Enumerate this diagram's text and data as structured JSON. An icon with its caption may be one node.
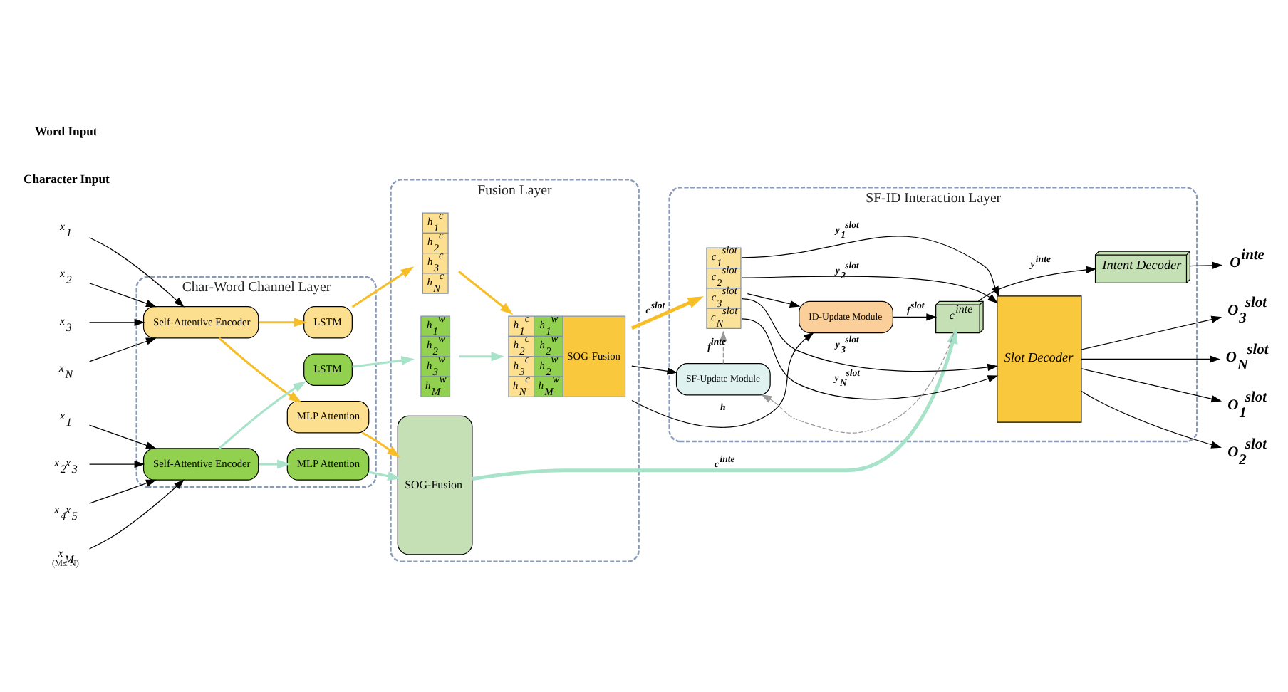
{
  "diagram": {
    "nodes": [
      {
        "text": [
          "x$_{1}$"
        ]
      },
      {
        "text": [
          "x$_{2}$"
        ]
      },
      {
        "text": [
          "x$_{3}$"
        ]
      },
      {
        "text": [
          "x$_{N}$"
        ]
      },
      {
        "text": [
          "x$_{1}$"
        ]
      },
      {
        "text": [
          "x$_{2}$x$_{3}$"
        ]
      },
      {
        "text": [
          "x$_{4}$x$_{5}$"
        ]
      },
      {
        "text": [
          "x$_{M}$"
        ],
        "beside": [
          "(M≤ N)"
        ]
      },
      {
        "text": [
          "Char-Word Channel Layer"
        ]
      },
      {
        "text": [
          "Self-Attentive Encoder"
        ],
        "in": 8
      },
      {
        "text": [
          "LSTM"
        ],
        "in": 8
      },
      {
        "text": [
          "MLP Attention"
        ],
        "in": 8
      },
      {
        "text": [
          "Self-Attentive Encoder"
        ],
        "in": 8
      },
      {
        "text": [
          "LSTM"
        ],
        "in": 8
      },
      {
        "text": [
          "MLP Attention"
        ],
        "in": 8
      },
      {
        "text": [
          "Fusion Layer"
        ]
      },
      {
        "text": [
          "h$_{1}$$^{c}$",
          "h$_{2}$$^{c}$",
          "h$_{3}$$^{c}$",
          "h$_{N}$$^{c}$"
        ],
        "in": 15
      },
      {
        "text": [
          "h$_{1}$$^{w}$",
          "h$_{2}$$^{w}$",
          "h$_{3}$$^{w}$",
          "h$_{M}$$^{w}$"
        ],
        "in": 15
      },
      {
        "text": [
          "h$_{1}$$^{c}$",
          "h$_{1}$$^{w}$",
          "h$_{2}$$^{c}$",
          "h$_{2}$$^{w}$",
          "h$_{3}$$^{c}$",
          "h$_{2}$$^{w}$",
          "h$_{N}$$^{c}$",
          "h$_{M}$$^{w}$",
          "SOG-Fusion"
        ],
        "in": 15
      },
      {
        "text": [
          "SOG-Fusion"
        ],
        "in": 15
      },
      {
        "text": [
          "SF-ID Interaction Layer"
        ]
      },
      {
        "text": [
          "c$_{1}$$^{slot}$",
          "c$_{2}$$^{slot}$",
          "c$_{3}$$^{slot}$",
          "c$_{N}$$^{slot}$"
        ],
        "in": 20
      },
      {
        "text": [
          "Slot Decoder"
        ],
        "in": 20
      },
      {
        "text": [
          "ID-Update Module"
        ],
        "in": 20
      },
      {
        "text": [
          "SF-Update Module"
        ],
        "in": 20
      },
      {
        "text": [
          "c$^{inte}$"
        ],
        "in": 20
      },
      {
        "text": [
          "Intent Decoder"
        ],
        "in": 20
      },
      {
        "text": [
          "O$_{1}$$^{slot}$"
        ]
      },
      {
        "text": [
          "O$_{2}$$^{slot}$"
        ]
      },
      {
        "text": [
          "O$_{3}$$^{slot}$"
        ]
      },
      {
        "text": [
          "O$_{N}$$^{slot}$"
        ]
      },
      {
        "text": [
          "O$^{inte}$"
        ]
      }
    ],
    "edges": [
      {
        "from": 0,
        "to": 9,
        "arrow": "to"
      },
      {
        "from": 1,
        "to": 9,
        "arrow": "to"
      },
      {
        "from": 2,
        "to": 9,
        "arrow": "to"
      },
      {
        "from": 3,
        "to": 9,
        "arrow": "to"
      },
      {
        "from": 4,
        "to": 12,
        "arrow": "to"
      },
      {
        "from": 5,
        "to": 12,
        "arrow": "to"
      },
      {
        "from": 6,
        "to": 12,
        "arrow": "to"
      },
      {
        "from": 7,
        "to": 12,
        "arrow": "to"
      },
      {
        "from": 9,
        "to": 10,
        "arrow": "to",
        "color": "#f8be27"
      },
      {
        "from": 9,
        "to": 11,
        "arrow": "to",
        "color": "#f8be27"
      },
      {
        "from": 12,
        "to": 13,
        "arrow": "to",
        "color": "#a6e3c9"
      },
      {
        "from": 12,
        "to": 14,
        "arrow": "to",
        "color": "#a6e3c9"
      },
      {
        "from": 10,
        "to": 16,
        "arrow": "to",
        "color": "#f8be27"
      },
      {
        "from": 13,
        "to": 17,
        "arrow": "to",
        "color": "#a6e3c9"
      },
      {
        "from": 16,
        "to": 18,
        "arrow": "to",
        "color": "#f8be27"
      },
      {
        "from": 17,
        "to": 18,
        "arrow": "to",
        "color": "#a6e3c9"
      },
      {
        "from": 11,
        "to": 19,
        "arrow": "to",
        "color": "#f8be27"
      },
      {
        "from": 14,
        "to": 19,
        "arrow": "to",
        "color": "#a6e3c9"
      },
      {
        "from": 18,
        "to": 21,
        "arrow": "to",
        "label": "c$^{slot}$",
        "style": "thick",
        "color": "#f8be27"
      },
      {
        "from": 19,
        "to": 25,
        "arrow": "to",
        "label": "c$^{inte}$",
        "style": "thick",
        "color": "#a6e3c9"
      },
      {
        "from": 18,
        "to": 23,
        "arrow": "to",
        "label": "h"
      },
      {
        "from": 18,
        "to": 24,
        "arrow": "to"
      },
      {
        "from": 21,
        "to": 22,
        "arrow": "to",
        "label": "y$_{1}$$^{slot}$"
      },
      {
        "from": 21,
        "to": 22,
        "arrow": "to",
        "label": "y$_{2}$$^{slot}$"
      },
      {
        "from": 21,
        "to": 22,
        "arrow": "to",
        "label": "y$_{3}$$^{slot}$"
      },
      {
        "from": 21,
        "to": 22,
        "arrow": "to",
        "label": "y$_{N}$$^{slot}$"
      },
      {
        "from": 21,
        "to": 23,
        "arrow": "to"
      },
      {
        "from": 24,
        "to": 21,
        "arrow": "to",
        "label": "f$^{inte}$",
        "style": "dashed",
        "color": "#999999"
      },
      {
        "from": 25,
        "to": 24,
        "arrow": "to",
        "style": "dashed",
        "color": "#999999"
      },
      {
        "from": 23,
        "to": 25,
        "arrow": "to",
        "label": "f$^{slot}$"
      },
      {
        "from": 25,
        "to": 26,
        "arrow": "to",
        "label": "y$^{inte}$"
      },
      {
        "from": 22,
        "to": 27,
        "arrow": "to"
      },
      {
        "from": 22,
        "to": 28,
        "arrow": "to"
      },
      {
        "from": 22,
        "to": 29,
        "arrow": "to"
      },
      {
        "from": 22,
        "to": 30,
        "arrow": "to"
      },
      {
        "from": 26,
        "to": 31,
        "arrow": "to"
      }
    ],
    "labels": [
      "Character Input",
      "Word Input"
    ]
  }
}
